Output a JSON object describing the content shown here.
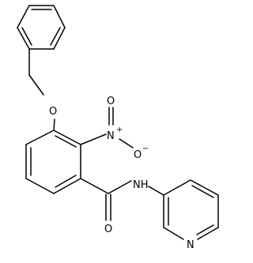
{
  "molecule": {
    "atoms": [
      {
        "id": "O_ether",
        "label": "O"
      },
      {
        "id": "N_nitro",
        "label": "N"
      },
      {
        "id": "N_nitro_charge",
        "label": "+"
      },
      {
        "id": "O_nitro_top",
        "label": "O"
      },
      {
        "id": "O_nitro_right",
        "label": "O"
      },
      {
        "id": "O_nitro_charge",
        "label": "−"
      },
      {
        "id": "NH_amide",
        "label": "NH"
      },
      {
        "id": "O_carbonyl",
        "label": "O"
      },
      {
        "id": "N_pyridine",
        "label": "N"
      }
    ]
  }
}
